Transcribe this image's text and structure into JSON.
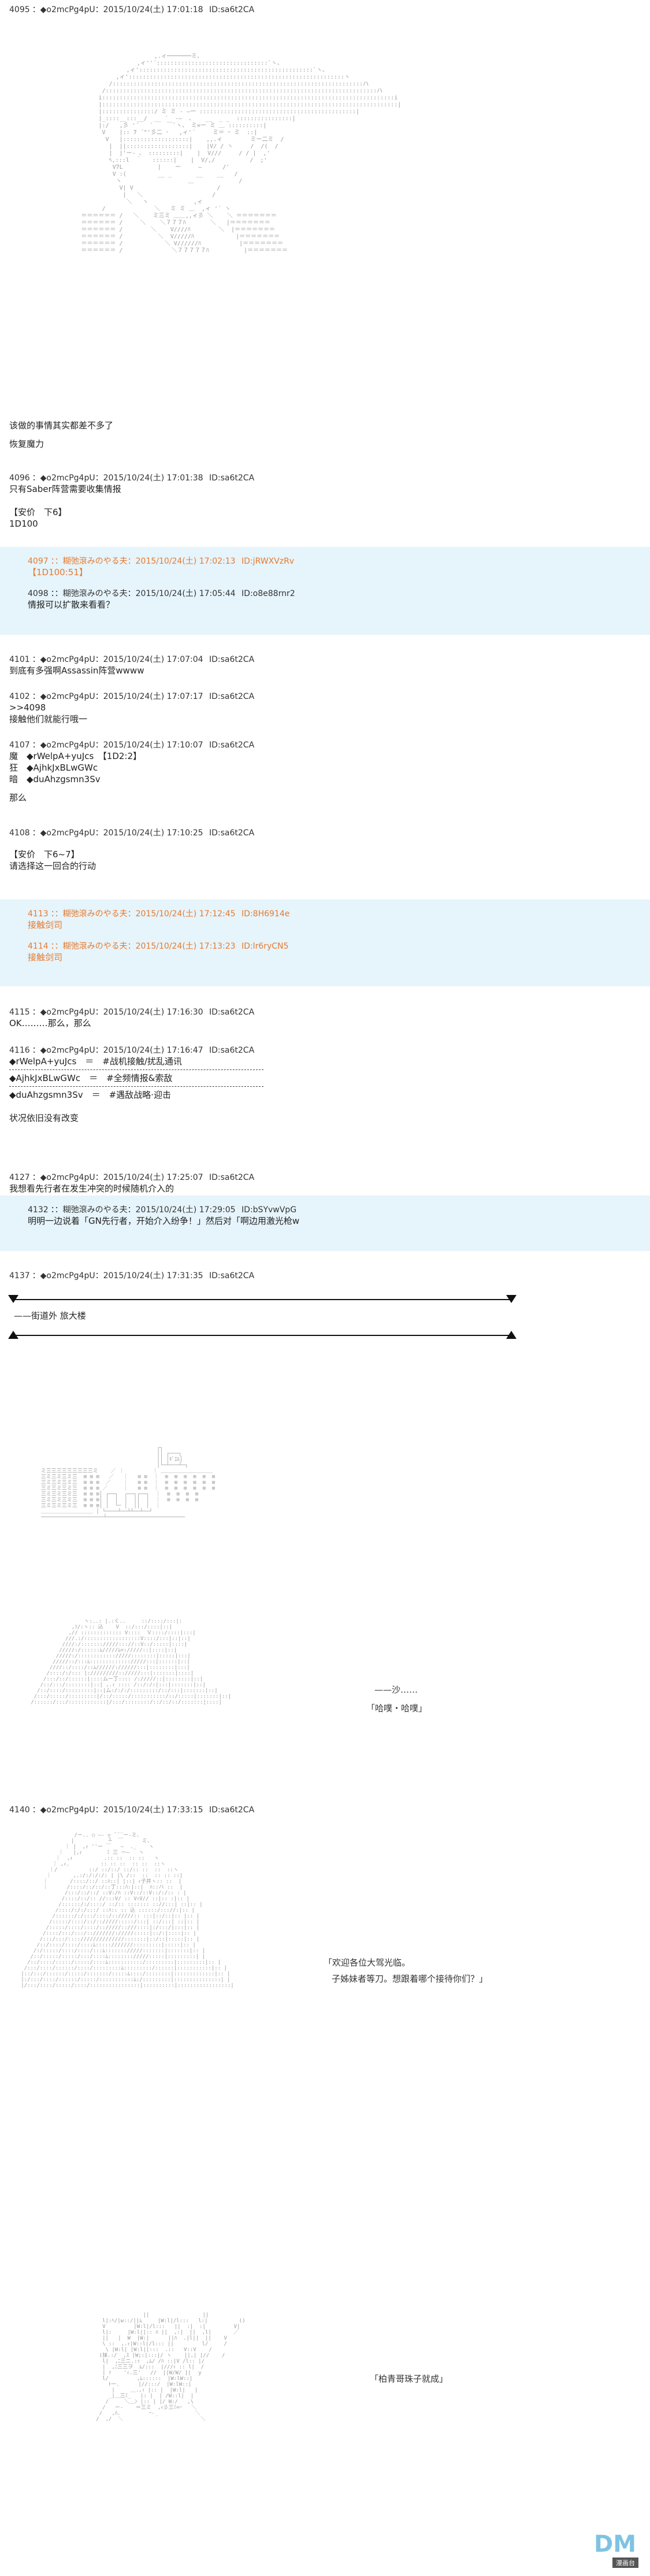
{
  "posts": {
    "p4095": {
      "num": "4095",
      "name": "◆o2mcPg4pU",
      "date": "2015/10/24(土) 17:01:18",
      "id": "ID:sa6t2CA"
    },
    "p4095_l1": "该做的事情其实都差不多了",
    "p4095_l2": "恢复魔力",
    "p4096": {
      "num": "4096",
      "name": "◆o2mcPg4pU",
      "date": "2015/10/24(土) 17:01:38",
      "id": "ID:sa6t2CA"
    },
    "p4096_l1": "只有Saber阵营需要收集情报",
    "p4096_l2": "【安价　下6】",
    "p4096_l3": "1D100",
    "p4097": {
      "num": "4097",
      "name": "：糊弛滾みのやる夫",
      "date": "2015/10/24(土) 17:02:13",
      "id": "ID:jRWXVzRv"
    },
    "p4097_l1": "【1D100:51】",
    "p4098": {
      "num": "4098",
      "name": "：糊弛滾みのやる夫",
      "date": "2015/10/24(土) 17:05:44",
      "id": "ID:o8e88rnr2"
    },
    "p4098_l1": "情报可以扩散来看看？",
    "p4101": {
      "num": "4101",
      "name": "◆o2mcPg4pU",
      "date": "2015/10/24(土) 17:07:04",
      "id": "ID:sa6t2CA"
    },
    "p4101_l1": "到底有多强啊Assassin阵营wwww",
    "p4102": {
      "num": "4102",
      "name": "◆o2mcPg4pU",
      "date": "2015/10/24(土) 17:07:17",
      "id": "ID:sa6t2CA"
    },
    "p4102_l1": ">>4098",
    "p4102_l2": "接触他们就能行哦一",
    "p4107": {
      "num": "4107",
      "name": "◆o2mcPg4pU",
      "date": "2015/10/24(土) 17:10:07",
      "id": "ID:sa6t2CA"
    },
    "p4107_l1": "魔　◆rWelpA+yuJcs　【1D2:2】",
    "p4107_l2": "狂　◆AjhkJxBLwGWc",
    "p4107_l3": "暗　◆duAhzgsmn3Sv",
    "p4107_l4": "那么",
    "p4108": {
      "num": "4108",
      "name": "◆o2mcPg4pU",
      "date": "2015/10/24(土) 17:10:25",
      "id": "ID:sa6t2CA"
    },
    "p4108_l1": "【安价　下6~7】",
    "p4108_l2": "请选择这一回合的行动",
    "p4113": {
      "num": "4113",
      "name": "：糊弛滾みのやる夫",
      "date": "2015/10/24(土) 17:12:45",
      "id": "ID:8H6914e"
    },
    "p4113_l1": "接触剑司",
    "p4114": {
      "num": "4114",
      "name": "：糊弛滾みのやる夫",
      "date": "2015/10/24(土) 17:13:23",
      "id": "ID:lr6ryCN5"
    },
    "p4114_l1": "接触剑司",
    "p4115": {
      "num": "4115",
      "name": "◆o2mcPg4pU",
      "date": "2015/10/24(土) 17:16:30",
      "id": "ID:sa6t2CA"
    },
    "p4115_l1": "OK………那么，那么",
    "p4116": {
      "num": "4116",
      "name": "◆o2mcPg4pU",
      "date": "2015/10/24(土) 17:16:47",
      "id": "ID:sa6t2CA"
    },
    "p4116_l1": "◆rWelpA+yuJcs　＝　#战机接触/扰乱通讯",
    "p4116_l2": "◆AjhkJxBLwGWc　＝　#全频情报&索敌",
    "p4116_l3": "◆duAhzgsmn3Sv　＝　#遇敌战略·迎击",
    "p4116_l4": "状况依旧没有改变",
    "p4127": {
      "num": "4127",
      "name": "◆o2mcPg4pU",
      "date": "2015/10/24(土) 17:25:07",
      "id": "ID:sa6t2CA"
    },
    "p4127_l1": "我想看先行者在发生冲突的时候随机介入的",
    "p4132": {
      "num": "4132",
      "name": "：糊弛滾みのやる夫",
      "date": "2015/10/24(土) 17:29:05",
      "id": "ID:bSYvwVpG"
    },
    "p4132_l1": "明明一边说着「GN先行者，开始介入纷争！」然后对「啊边用激光枪w",
    "p4137": {
      "num": "4137",
      "name": "◆o2mcPg4pU",
      "date": "2015/10/24(土) 17:31:35",
      "id": "ID:sa6t2CA"
    },
    "p4137_loc": "——街道外 旅大楼",
    "p4137_sfx": "——沙……",
    "p4137_say": "「哈噗・哈噗」",
    "p4140": {
      "num": "4140",
      "name": "◆o2mcPg4pU",
      "date": "2015/10/24(土) 17:33:15",
      "id": "ID:sa6t2CA"
    },
    "p4140_say1": "「欢迎各位大驾光临。",
    "p4140_say2": "子姊妹者等刀。想跟着哪个接待你们？」",
    "p4140_say3": "「柏青哥珠子就成」"
  },
  "watermark": {
    "logo": "DM",
    "tag": "漫画台"
  },
  "colors": {
    "highlight_bg": "#e6f4fb",
    "orange": "#e67a2e",
    "aa_grey": "#999999"
  }
}
